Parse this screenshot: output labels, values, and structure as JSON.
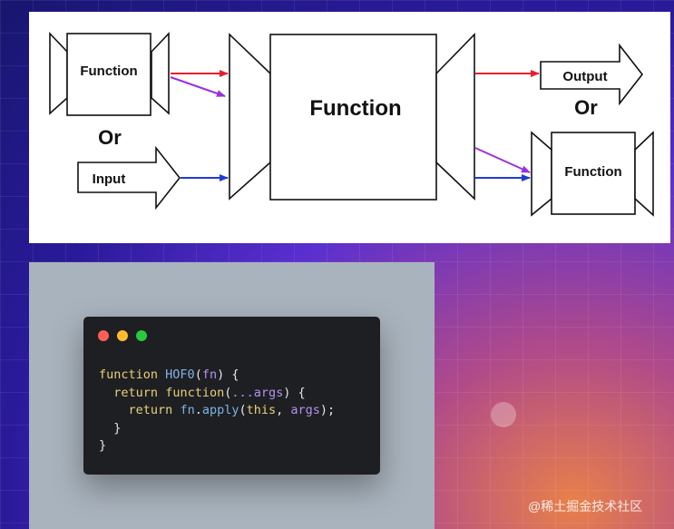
{
  "diagram": {
    "left_function_label": "Function",
    "left_or_label": "Or",
    "input_label": "Input",
    "center_function_label": "Function",
    "output_label": "Output",
    "right_or_label": "Or",
    "right_function_label": "Function",
    "colors": {
      "red_arrow": "#e8202a",
      "purple_arrow": "#9b30d9",
      "blue_arrow": "#1f3ad6"
    }
  },
  "code": {
    "window_buttons": [
      "close-dot",
      "minimize-dot",
      "maximize-dot"
    ],
    "lines": [
      [
        [
          "kw",
          "function"
        ],
        [
          "plain",
          " "
        ],
        [
          "fn",
          "HOF0"
        ],
        [
          "plain",
          "("
        ],
        [
          "var",
          "fn"
        ],
        [
          "plain",
          ") {"
        ]
      ],
      [
        [
          "plain",
          "  "
        ],
        [
          "kw",
          "return"
        ],
        [
          "plain",
          " "
        ],
        [
          "kw",
          "function"
        ],
        [
          "plain",
          "("
        ],
        [
          "var",
          "...args"
        ],
        [
          "plain",
          ") {"
        ]
      ],
      [
        [
          "plain",
          "    "
        ],
        [
          "kw",
          "return"
        ],
        [
          "plain",
          " "
        ],
        [
          "fn",
          "fn"
        ],
        [
          "plain",
          "."
        ],
        [
          "fn",
          "apply"
        ],
        [
          "plain",
          "("
        ],
        [
          "kw",
          "this"
        ],
        [
          "plain",
          ", "
        ],
        [
          "var",
          "args"
        ],
        [
          "plain",
          ");"
        ]
      ],
      [
        [
          "plain",
          "  }"
        ]
      ],
      [
        [
          "plain",
          "}"
        ]
      ]
    ]
  },
  "watermark": "@稀土掘金技术社区"
}
